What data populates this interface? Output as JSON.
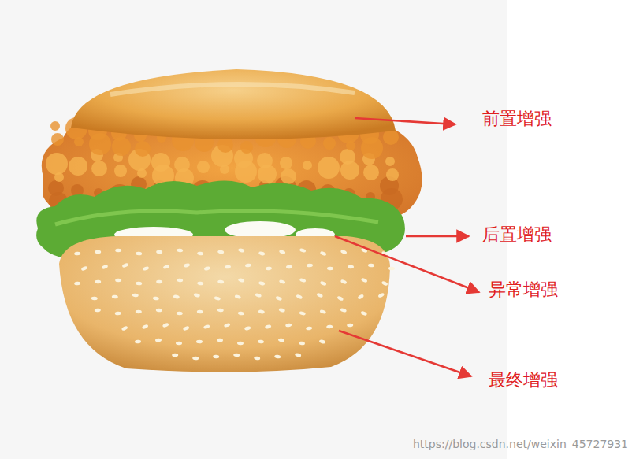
{
  "diagram": {
    "labels": [
      "前置增强",
      "后置增强",
      "异常增强",
      "最终增强",
      "https://blog.csdn.net/weixin_45727931"
    ]
  }
}
